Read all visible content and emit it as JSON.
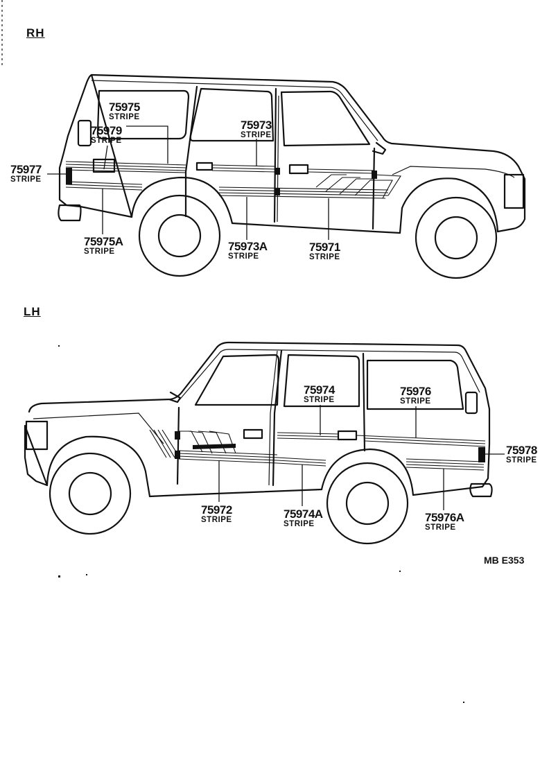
{
  "sections": {
    "rh": "RH",
    "lh": "LH"
  },
  "parts_rh": [
    {
      "num": "75975",
      "name": "STRIPE"
    },
    {
      "num": "75979",
      "name": "STRIPE"
    },
    {
      "num": "75973",
      "name": "STRIPE"
    },
    {
      "num": "75977",
      "name": "STRIPE"
    },
    {
      "num": "75975A",
      "name": "STRIPE"
    },
    {
      "num": "75973A",
      "name": "STRIPE"
    },
    {
      "num": "75971",
      "name": "STRIPE"
    }
  ],
  "parts_lh": [
    {
      "num": "75974",
      "name": "STRIPE"
    },
    {
      "num": "75976",
      "name": "STRIPE"
    },
    {
      "num": "75978",
      "name": "STRIPE"
    },
    {
      "num": "75972",
      "name": "STRIPE"
    },
    {
      "num": "75974A",
      "name": "STRIPE"
    },
    {
      "num": "75976A",
      "name": "STRIPE"
    }
  ],
  "footer_code": "MB  E353"
}
